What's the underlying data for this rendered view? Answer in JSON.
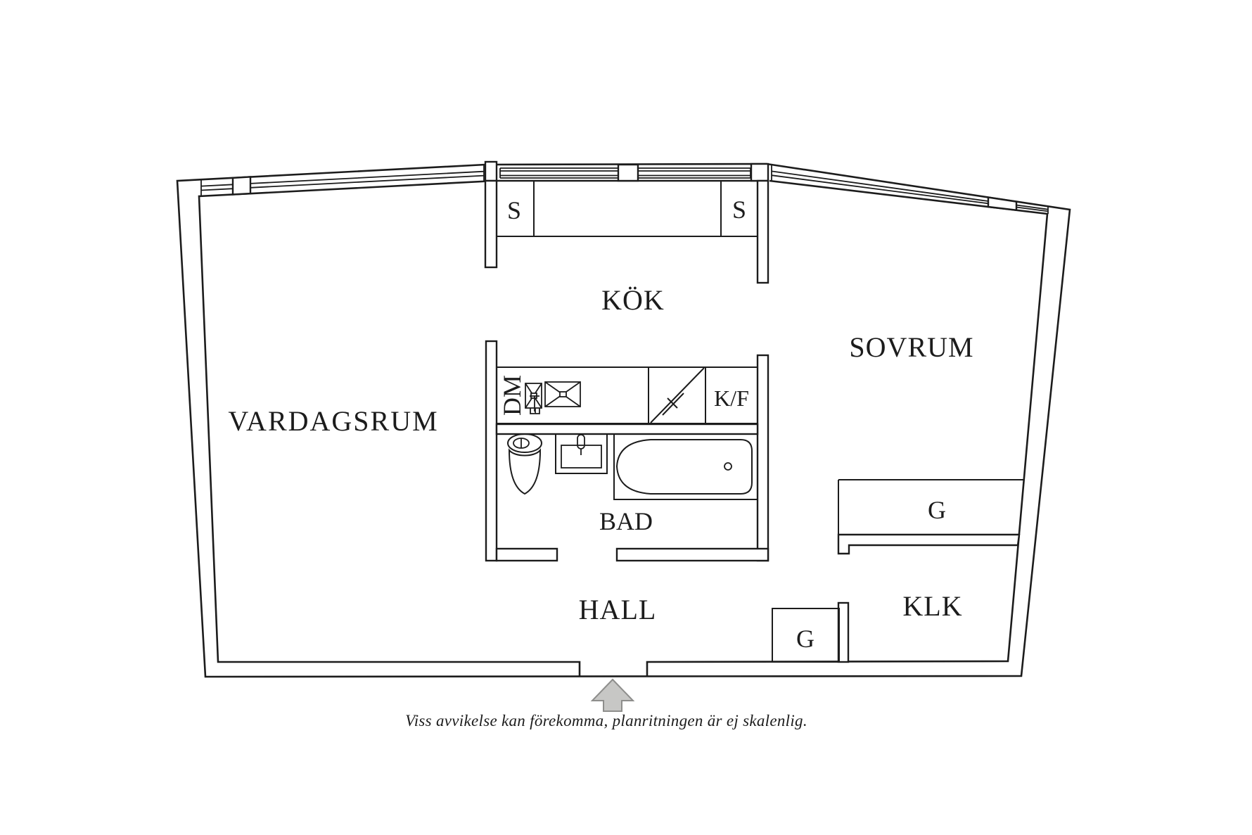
{
  "colors": {
    "line": "#1c1c1c",
    "background": "#ffffff",
    "arrow_fill": "#c7c7c5",
    "arrow_stroke": "#8e8e8c"
  },
  "rooms": {
    "living_room": "VARDAGSRUM",
    "kitchen": "KÖK",
    "bedroom": "SOVRUM",
    "bathroom": "BAD",
    "hall": "HALL",
    "walk_in_closet": "KLK"
  },
  "fixtures": {
    "dishwasher": "DM",
    "fridge_freezer": "K/F",
    "closet_left": "S",
    "closet_right": "S",
    "wardrobe_bedroom": "G",
    "wardrobe_hall": "G"
  },
  "caption": "Viss avvikelse kan förekomma, planritningen är ej skalenlig."
}
